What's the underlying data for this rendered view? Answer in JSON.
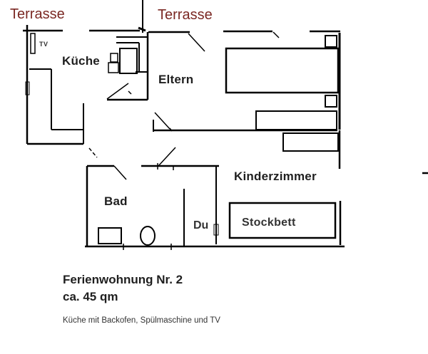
{
  "labels": {
    "terrasse_left": "Terrasse",
    "terrasse_top": "Terrasse",
    "tv": "TV",
    "kueche": "Küche",
    "eltern": "Eltern",
    "kinderzimmer": "Kinderzimmer",
    "bad": "Bad",
    "du": "Du",
    "stockbett": "Stockbett"
  },
  "caption": {
    "title": "Ferienwohnung Nr. 2",
    "size": "ca. 45 qm",
    "note": "Küche mit Backofen, Spülmaschine und TV"
  },
  "colors": {
    "line": "#000000",
    "terrace_label": "#7b2823",
    "room_label": "#1f1f1f",
    "sub_label": "#333333",
    "caption": "#1f1f1f"
  }
}
